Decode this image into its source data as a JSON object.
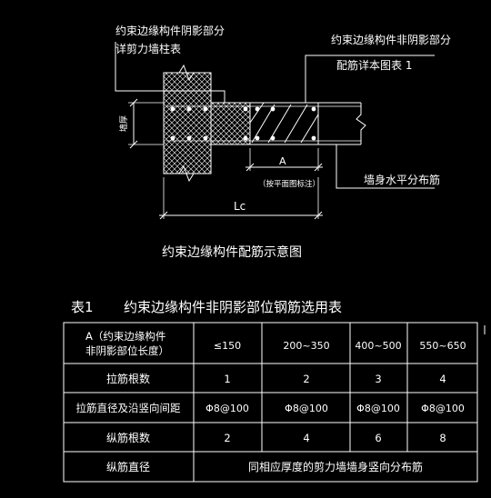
{
  "diagram": {
    "label_shadow": "约束边缘构件阴影部分",
    "label_shadow_sub": "详剪力墙柱表",
    "label_nonshadow": "约束边缘构件非阴影部分",
    "label_nonshadow_sub": "配筋详本图表 1",
    "dim_a": "A",
    "dim_a_note": "（按平面图标注）",
    "dim_lc": "Lc",
    "wall_thickness": "墙厚",
    "label_horizontal_bar": "墙身水平分布筋",
    "caption": "约束边缘构件配筋示意图"
  },
  "table": {
    "title_no": "表1",
    "title": "约束边缘构件非阴影部位钢筋选用表",
    "header_line1": "A（约束边缘构件",
    "header_line2": "非阴影部位长度）",
    "columns": [
      "≤150",
      "200~350",
      "400~500",
      "550~650"
    ],
    "rows": [
      {
        "label": "拉筋根数",
        "values": [
          "1",
          "2",
          "3",
          "4"
        ]
      },
      {
        "label": "拉筋直径及沿竖向间距",
        "values": [
          "Φ8@100",
          "Φ8@100",
          "Φ8@100",
          "Φ8@100"
        ]
      },
      {
        "label": "纵筋根数",
        "values": [
          "2",
          "4",
          "6",
          "8"
        ]
      },
      {
        "label": "纵筋直径",
        "merged": "同相应厚度的剪力墙墙身竖向分布筋"
      }
    ]
  }
}
